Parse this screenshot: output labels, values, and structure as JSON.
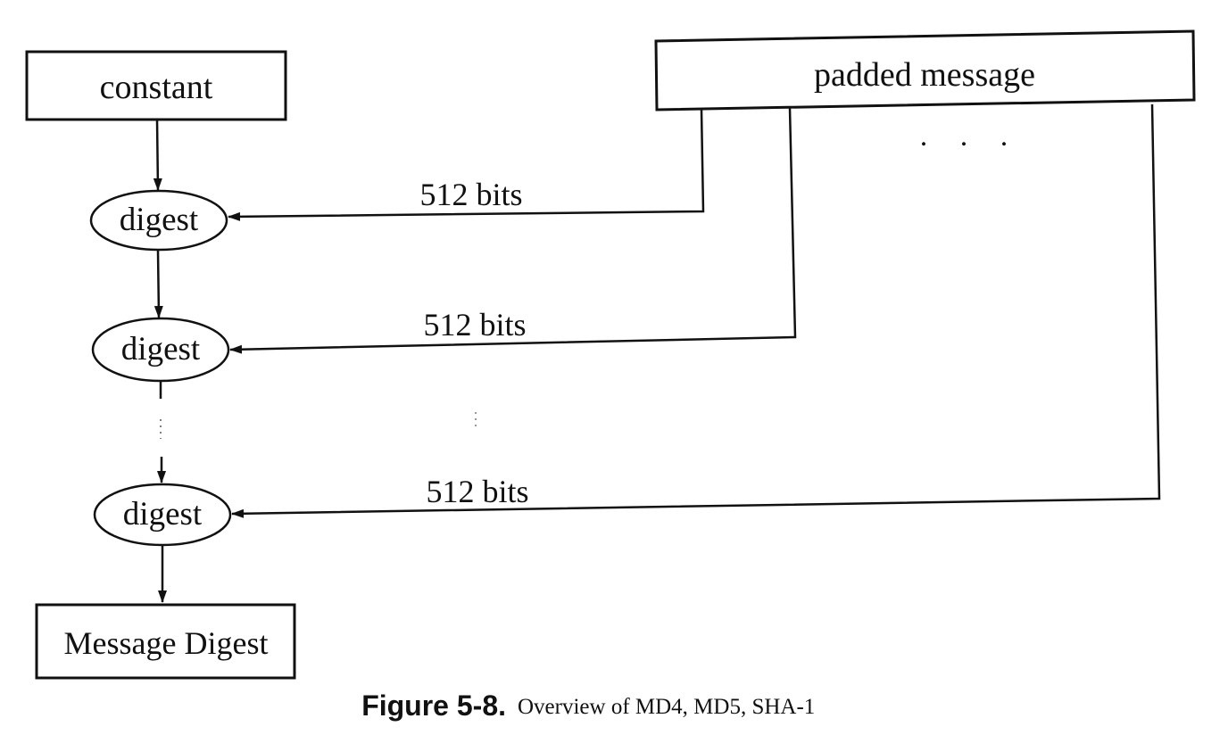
{
  "diagram": {
    "constant_label": "constant",
    "padded_message_label": "padded message",
    "digest_label": "digest",
    "bits_label": "512 bits",
    "output_label": "Message Digest",
    "ellipsis": ". . ."
  },
  "caption": {
    "label": "Figure 5-8.",
    "text": "Overview of MD4, MD5, SHA-1"
  },
  "colors": {
    "ink": "#111111",
    "background": "#ffffff"
  }
}
